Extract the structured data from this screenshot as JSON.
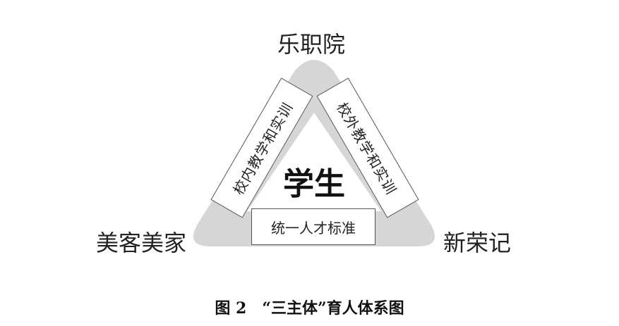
{
  "nodes": {
    "top": "乐职院",
    "left": "美客美家",
    "right": "新荣记"
  },
  "center": "学生",
  "edges": {
    "left": "校内教学和实训",
    "right": "校外教学和实训",
    "bottom": "统一人才标准"
  },
  "caption": "图 2　“三主体”育人体系图",
  "colors": {
    "triangle_fill": "#d6d6d6",
    "box_border": "#555555"
  }
}
